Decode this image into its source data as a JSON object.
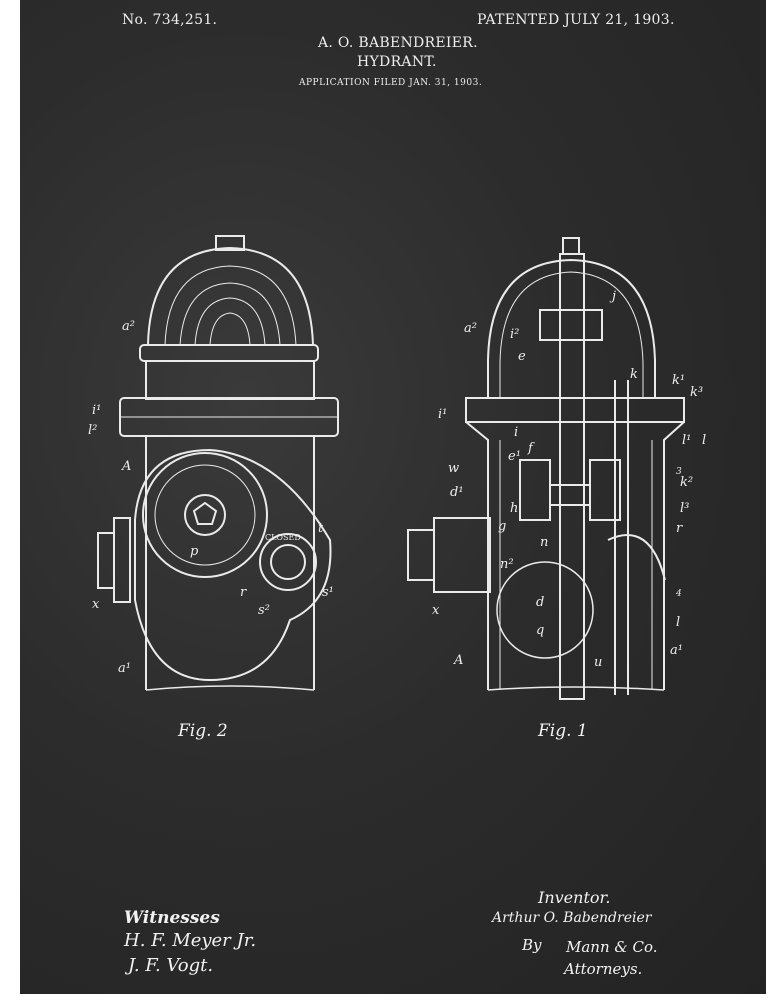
{
  "header": {
    "patent_number": "No. 734,251.",
    "patent_date": "PATENTED JULY 21, 1903.",
    "inventor_name": "A. O. BABENDREIER.",
    "title": "HYDRANT.",
    "application": "APPLICATION FILED JAN. 31, 1903."
  },
  "figures": {
    "fig2": {
      "caption": "Fig. 2",
      "labels": [
        "a²",
        "i¹",
        "l²",
        "A",
        "x",
        "a¹",
        "p",
        "t",
        "r",
        "s²",
        "s¹",
        "CLOSED"
      ]
    },
    "fig1": {
      "caption": "Fig. 1",
      "labels": [
        "a²",
        "i²",
        "j",
        "e",
        "k",
        "k¹",
        "k³",
        "i¹",
        "i",
        "l¹",
        "l",
        "w",
        "e¹",
        "f",
        "d¹",
        "g",
        "h",
        "k²",
        "l³",
        "n",
        "r",
        "n²",
        "x",
        "d",
        "q",
        "l",
        "u",
        "A",
        "a¹",
        "3",
        "4"
      ]
    }
  },
  "footer": {
    "witnesses_label": "Witnesses",
    "witness_1": "H. F. Meyer Jr.",
    "witness_2": "J. F. Vogt.",
    "inventor_label": "Inventor.",
    "inventor_signature": "Arthur O. Babendreier",
    "by": "By",
    "attorneys_name": "Mann & Co.",
    "attorneys_label": "Attorneys."
  }
}
